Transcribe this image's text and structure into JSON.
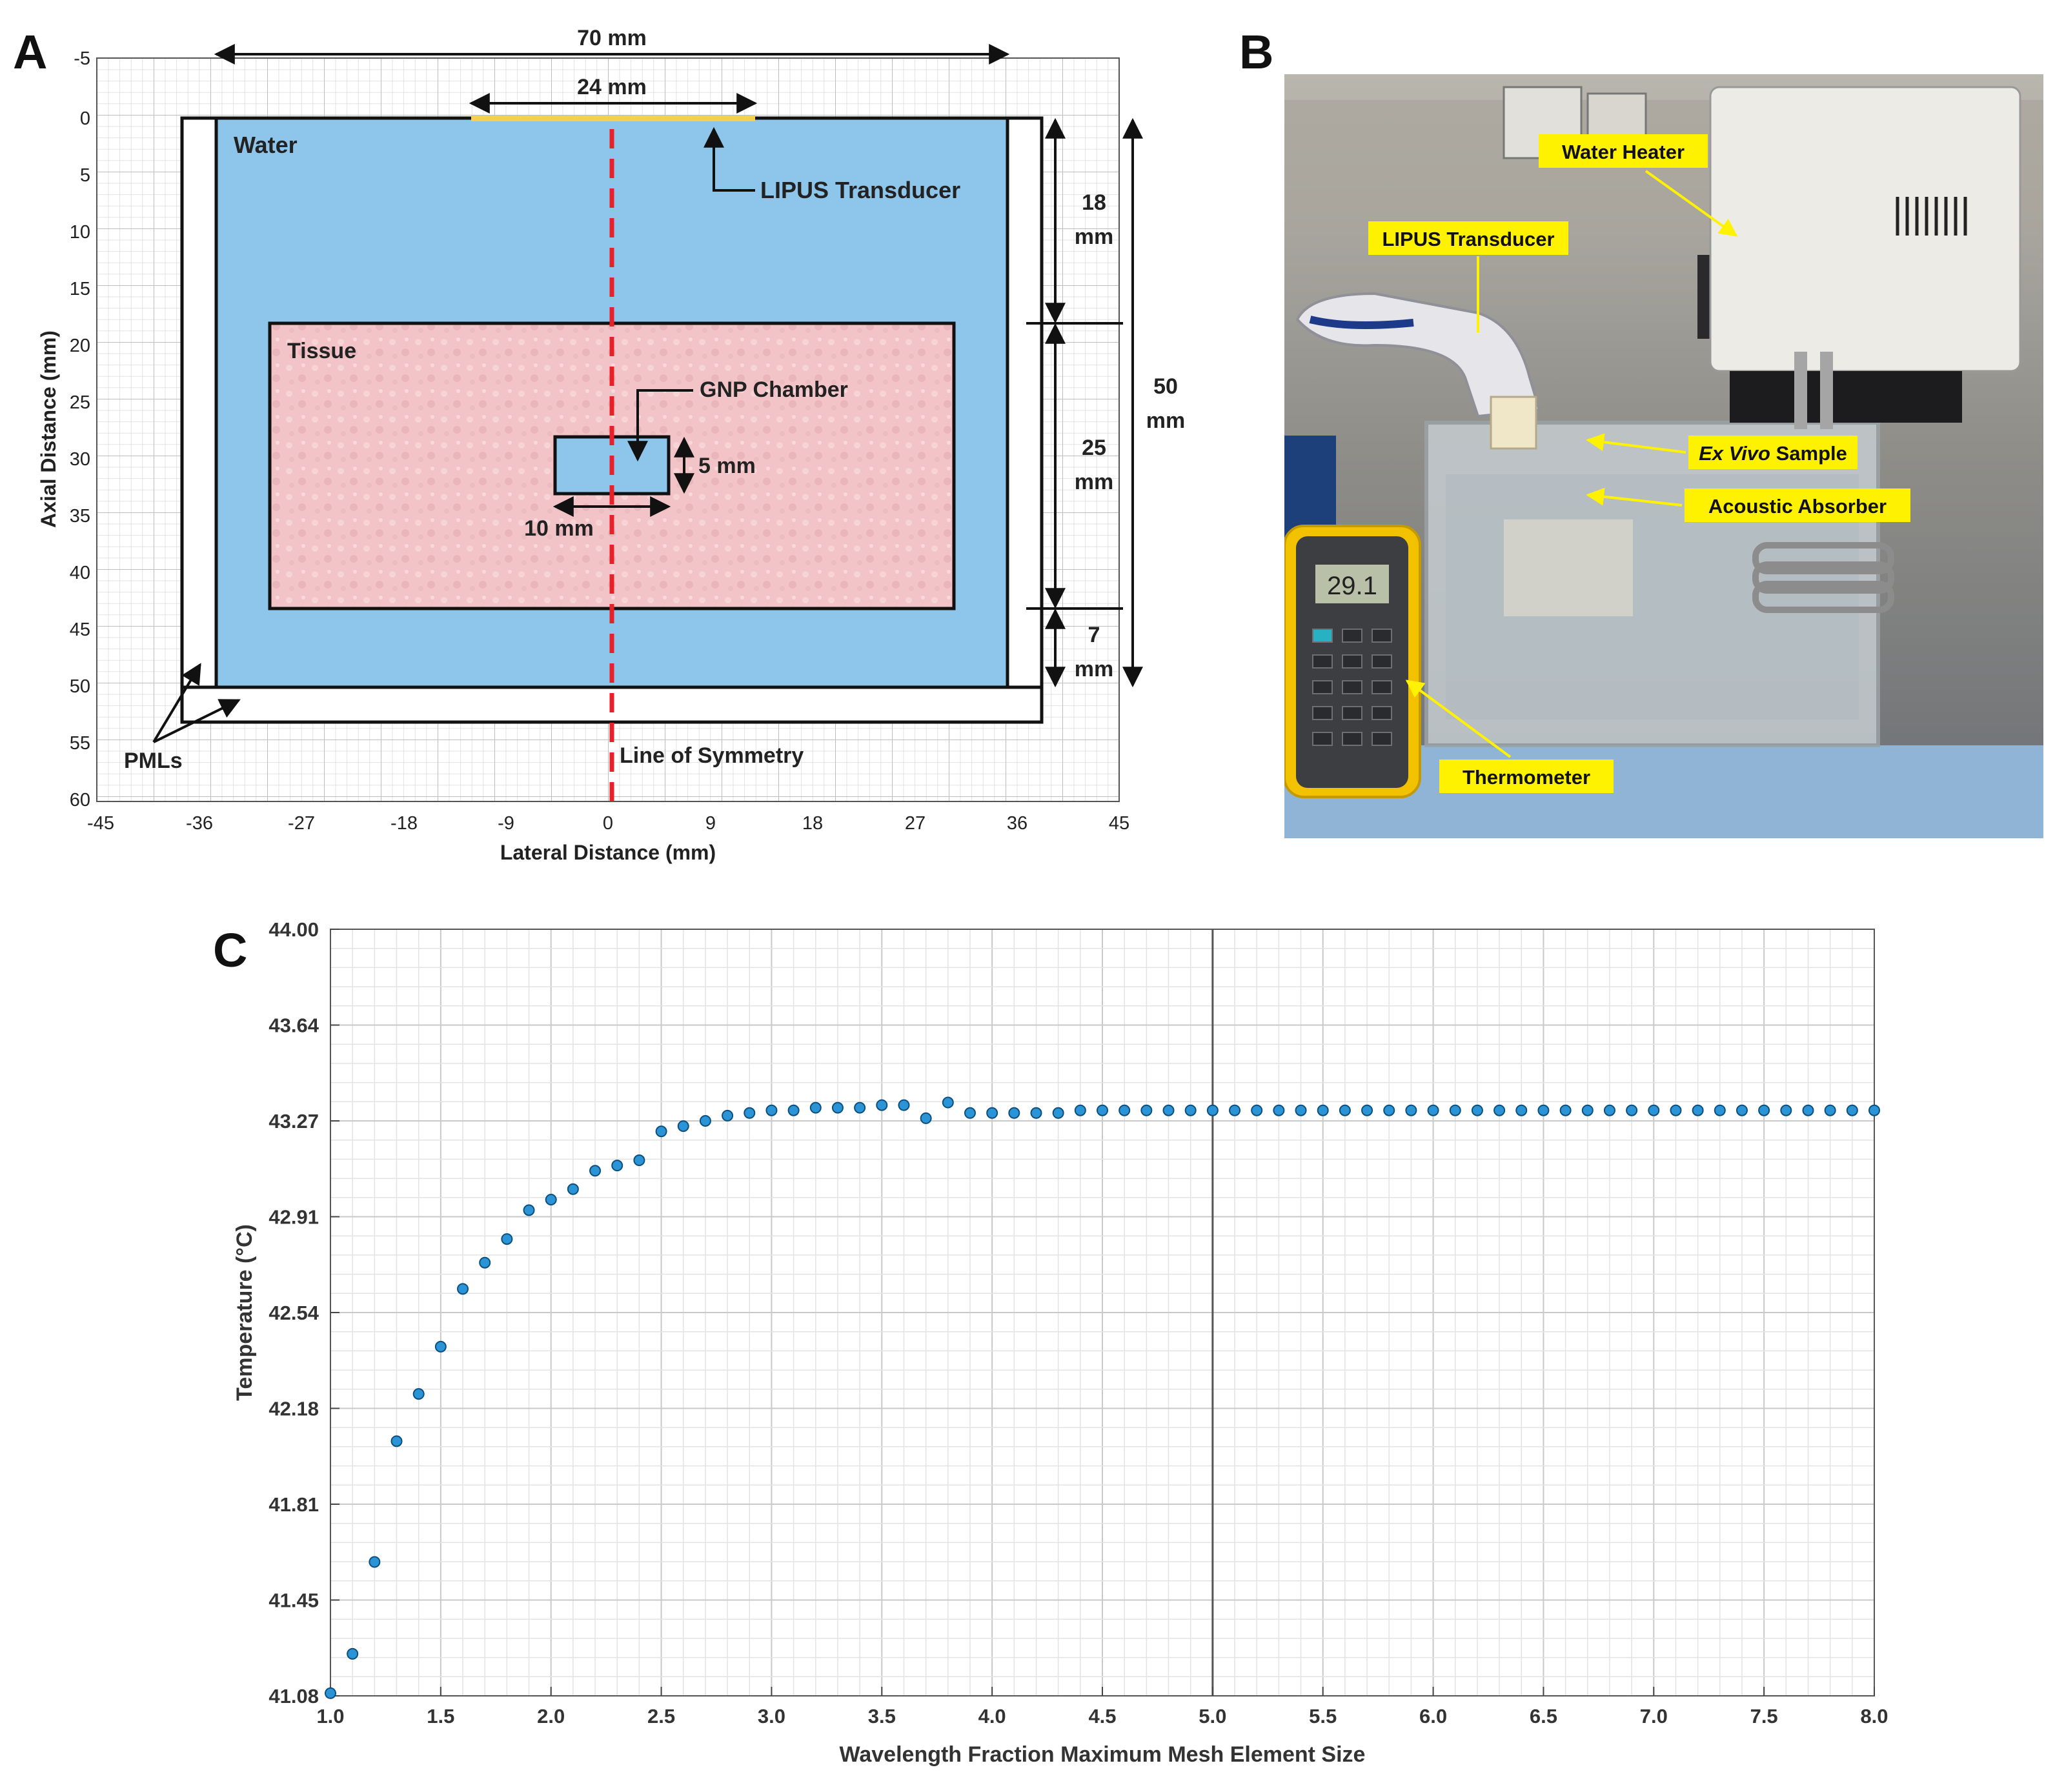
{
  "panel_a": {
    "letter": "A",
    "ylabel": "Axial Distance (mm)",
    "xlabel": "Lateral Distance (mm)",
    "x_ticks": [
      "-45",
      "-36",
      "-27",
      "-18",
      "-9",
      "0",
      "9",
      "18",
      "27",
      "36",
      "45"
    ],
    "y_ticks": [
      "-5",
      "0",
      "5",
      "10",
      "15",
      "20",
      "25",
      "30",
      "35",
      "40",
      "45",
      "50",
      "55",
      "60"
    ],
    "labels": {
      "water": "Water",
      "tissue": "Tissue",
      "gnp": "GNP Chamber",
      "transducer": "LIPUS Transducer",
      "pmls": "PMLs",
      "symmetry": "Line of Symmetry"
    },
    "dims": {
      "width_70": "70 mm",
      "width_24": "24 mm",
      "chamber_h": "5 mm",
      "chamber_w": "10 mm",
      "d18_a": "18",
      "d18_b": "mm",
      "d25_a": "25",
      "d25_b": "mm",
      "d7_a": "7",
      "d7_b": "mm",
      "d50_a": "50",
      "d50_b": "mm"
    },
    "colors": {
      "water": "#8ec5ea",
      "tissue": "#f2c4c8",
      "transducer": "#f6cf4e",
      "symmetry": "#e8202a"
    }
  },
  "panel_b": {
    "letter": "B",
    "callouts": {
      "heater": "Water Heater",
      "transducer": "LIPUS Transducer",
      "sample_italic": "Ex Vivo",
      "sample_rest": " Sample",
      "absorber": "Acoustic Absorber",
      "thermometer": "Thermometer"
    },
    "display_reading": "29.1",
    "colors": {
      "callout_bg": "#fff200"
    }
  },
  "panel_c": {
    "letter": "C",
    "chart_data": {
      "type": "scatter",
      "xlabel": "Wavelength Fraction Maximum Mesh Element Size",
      "ylabel": "Temperature (°C)",
      "xlim": [
        1.0,
        8.0
      ],
      "ylim": [
        41.08,
        44.0
      ],
      "x_ticks": [
        "1.0",
        "1.5",
        "2.0",
        "2.5",
        "3.0",
        "3.5",
        "4.0",
        "4.5",
        "5.0",
        "5.5",
        "6.0",
        "6.5",
        "7.0",
        "7.5",
        "8.0"
      ],
      "y_ticks": [
        "41.08",
        "41.45",
        "41.81",
        "42.18",
        "42.54",
        "42.91",
        "43.27",
        "43.64",
        "44.00"
      ],
      "vline_x": 5.0,
      "marker_color": "#2b94d6",
      "points": {
        "x": [
          1.0,
          1.1,
          1.2,
          1.3,
          1.4,
          1.5,
          1.6,
          1.7,
          1.8,
          1.9,
          2.0,
          2.1,
          2.2,
          2.3,
          2.4,
          2.5,
          2.6,
          2.7,
          2.8,
          2.9,
          3.0,
          3.1,
          3.2,
          3.3,
          3.4,
          3.5,
          3.6,
          3.7,
          3.8,
          3.9,
          4.0,
          4.1,
          4.2,
          4.3,
          4.4,
          4.5,
          4.6,
          4.7,
          4.8,
          4.9,
          5.0,
          5.1,
          5.2,
          5.3,
          5.4,
          5.5,
          5.6,
          5.7,
          5.8,
          5.9,
          6.0,
          6.1,
          6.2,
          6.3,
          6.4,
          6.5,
          6.6,
          6.7,
          6.8,
          6.9,
          7.0,
          7.1,
          7.2,
          7.3,
          7.4,
          7.5,
          7.6,
          7.7,
          7.8,
          7.9,
          8.0
        ],
        "y": [
          41.09,
          41.24,
          41.59,
          42.05,
          42.23,
          42.41,
          42.63,
          42.73,
          42.82,
          42.93,
          42.97,
          43.01,
          43.08,
          43.1,
          43.12,
          43.23,
          43.25,
          43.27,
          43.29,
          43.3,
          43.31,
          43.31,
          43.32,
          43.32,
          43.32,
          43.33,
          43.33,
          43.28,
          43.34,
          43.3,
          43.3,
          43.3,
          43.3,
          43.3,
          43.31,
          43.31,
          43.31,
          43.31,
          43.31,
          43.31,
          43.31,
          43.31,
          43.31,
          43.31,
          43.31,
          43.31,
          43.31,
          43.31,
          43.31,
          43.31,
          43.31,
          43.31,
          43.31,
          43.31,
          43.31,
          43.31,
          43.31,
          43.31,
          43.31,
          43.31,
          43.31,
          43.31,
          43.31,
          43.31,
          43.31,
          43.31,
          43.31,
          43.31,
          43.31,
          43.31,
          43.31
        ]
      }
    }
  }
}
